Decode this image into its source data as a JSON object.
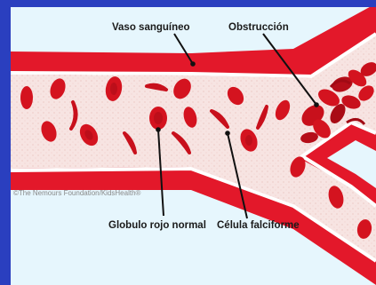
{
  "colors": {
    "frame": "#2a3fbf",
    "background": "#e6f6fd",
    "vessel_wall": "#e3182a",
    "vessel_lumen": "#f6e2e0",
    "cell": "#d4131f",
    "cell_dark": "#a10a14"
  },
  "labels": {
    "vessel": "Vaso sanguíneo",
    "obstruction": "Obstrucción",
    "normal_cell": "Globulo rojo normal",
    "sickle_cell": "Célula falciforme"
  },
  "credit": "©The Nemours Foundation/KidsHealth®"
}
